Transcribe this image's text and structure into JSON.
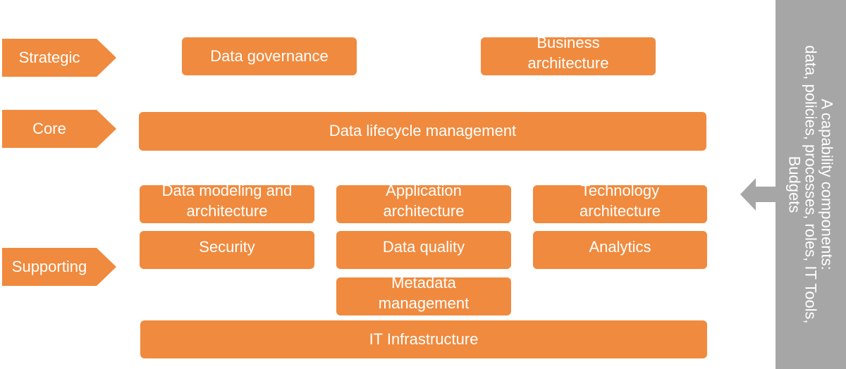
{
  "levels": {
    "strategic": "Strategic",
    "core": "Core",
    "supporting": "Supporting"
  },
  "boxes": {
    "data_governance": "Data governance",
    "business_architecture": "Business\narchitecture",
    "data_lifecycle": "Data lifecycle management",
    "data_modeling": "Data modeling and\narchitecture",
    "application_architecture": "Application\narchitecture",
    "technology_architecture": "Technology\narchitecture",
    "security": "Security",
    "data_quality": "Data quality",
    "analytics": "Analytics",
    "metadata_management": "Metadata\nmanagement",
    "it_infrastructure": "IT Infrastructure"
  },
  "side_panel": {
    "text": "A capability components:\ndata, policies, processes, roles, IT Tools,\nBudgets"
  },
  "colors": {
    "orange": "#F08A3E",
    "gray": "#A6A6A6"
  }
}
